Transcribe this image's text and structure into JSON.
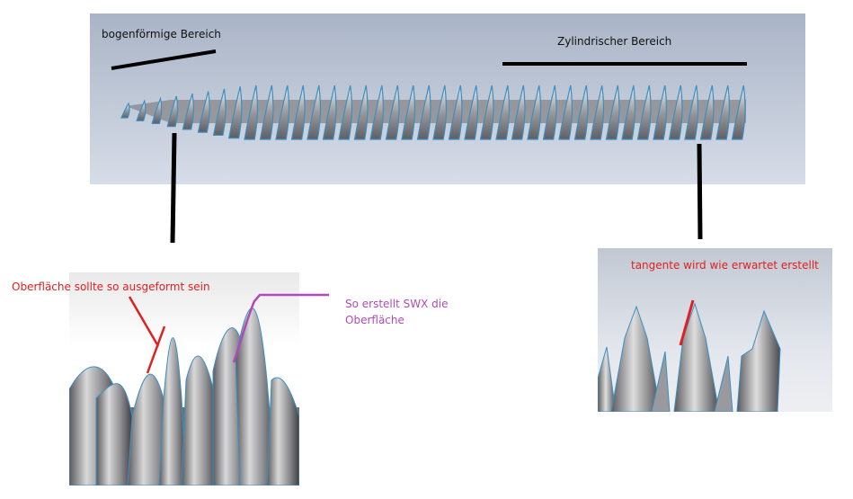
{
  "annotations": {
    "arc_region": "bogenförmige Bereich",
    "cylinder_region": "Zylindrischer Bereich",
    "should_surface": "Oberfläche sollte so ausgeformt sein",
    "swx_surface_line1": "So erstellt SWX die",
    "swx_surface_line2": "Oberfläche",
    "tangent_note": "tangente wird wie erwartet erstellt"
  },
  "colors": {
    "viewport_top": "#a9b4c6",
    "viewport_bottom": "#d7dde8",
    "thread_edge": "#3a8fc4",
    "thread_body": "#c9c9cc",
    "annotation_red": "#e02020",
    "annotation_purple": "#b04ab8",
    "marker_black": "#000000"
  }
}
